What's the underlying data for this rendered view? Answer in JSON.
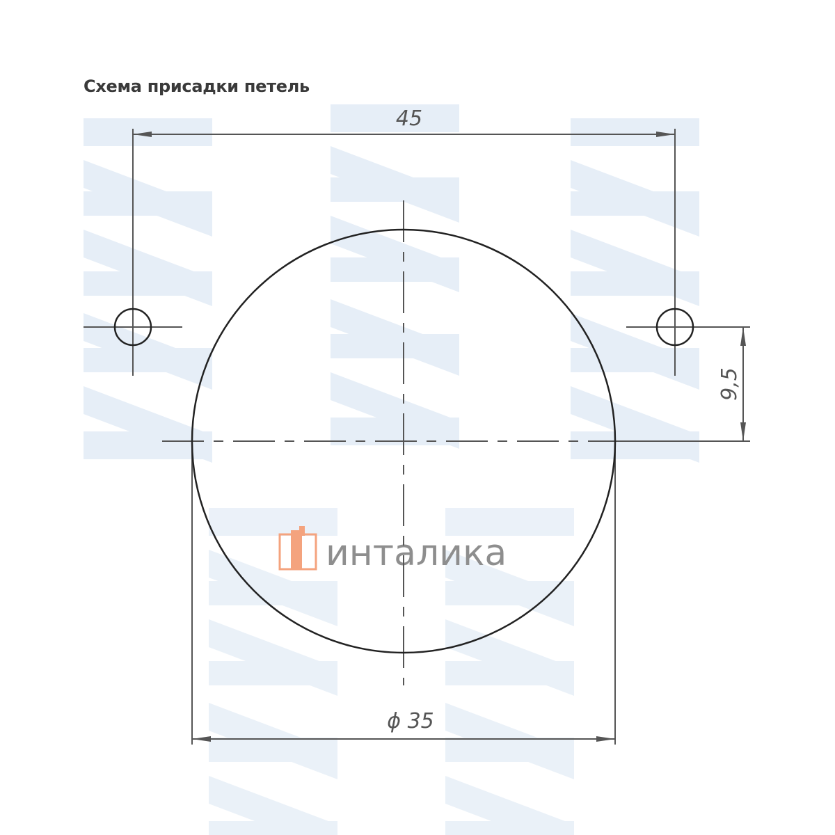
{
  "title": "Схема присадки петель",
  "dimensions": {
    "hole_spacing": "45",
    "offset": "9,5",
    "cup_diameter": "ϕ 35"
  },
  "logo": {
    "text": "интал ика",
    "brand": "инталика",
    "accent_color": "#f4a37e",
    "text_color": "#8e8e8e"
  },
  "watermark_color": "#e6eef7",
  "line_color": "#333333"
}
